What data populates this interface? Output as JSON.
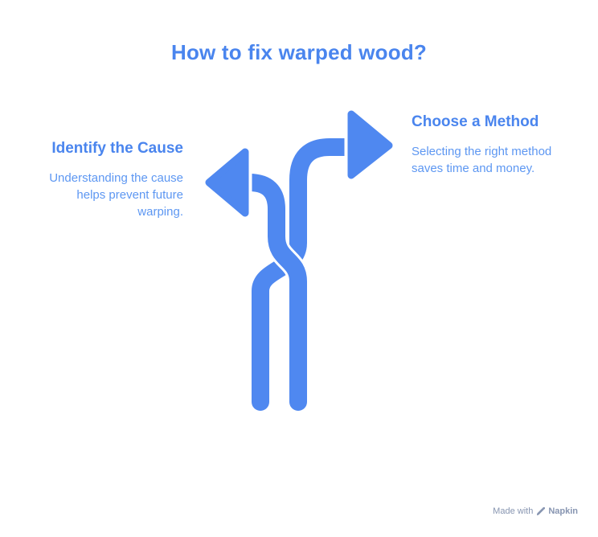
{
  "title": {
    "text": "How to fix warped wood?"
  },
  "branches": {
    "left": {
      "heading": "Identify the Cause",
      "body": "Understanding the cause helps prevent future warping."
    },
    "right": {
      "heading": "Choose a Method",
      "body": "Selecting the right method saves time and money."
    }
  },
  "diagram": {
    "type": "fork-arrows",
    "left_arrow": "left-arrowhead",
    "right_arrow": "right-arrowhead"
  },
  "watermark": {
    "prefix": "Made with",
    "brand": "Napkin"
  },
  "colors": {
    "accent_blue": "#4f88f0",
    "title_blue": "#4a85ee",
    "body_blue": "#5d97f2",
    "outline_white": "#ffffff",
    "watermark_gray": "#8795b1"
  }
}
